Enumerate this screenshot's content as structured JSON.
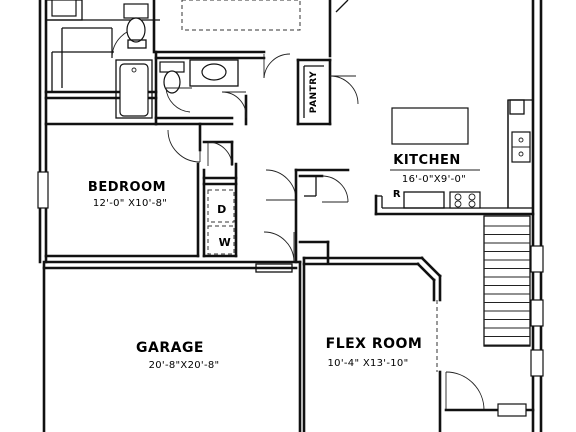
{
  "rooms": {
    "bedroom": {
      "name": "BEDROOM",
      "size": "12'-0\" X10'-8\""
    },
    "kitchen": {
      "name": "KITCHEN",
      "size": "16'-0\"X9'-0\""
    },
    "garage": {
      "name": "GARAGE",
      "size": "20'-8\"X20'-8\""
    },
    "flex": {
      "name": "FLEX ROOM",
      "size": "10'-4\" X13'-10\""
    }
  },
  "labels": {
    "pantry": "PANTRY",
    "dryer": "D",
    "washer": "W",
    "range": "R"
  }
}
